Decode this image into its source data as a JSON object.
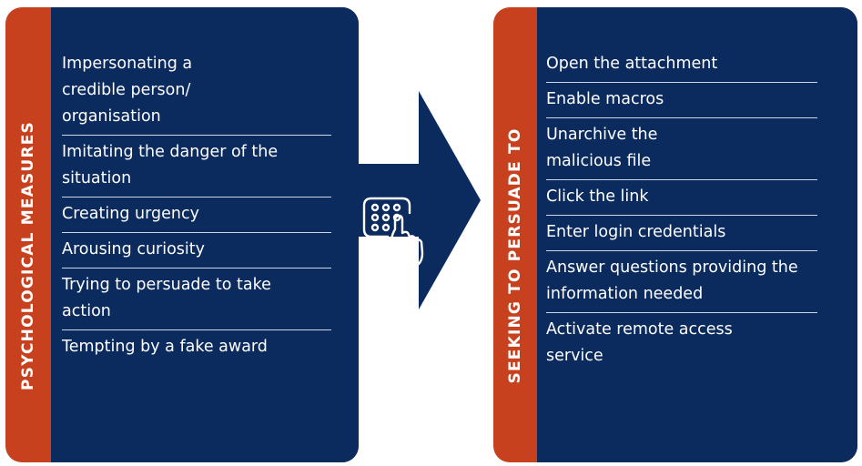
{
  "left_panel": {
    "side_label": "PSYCHOLOGICAL MEASURES",
    "items": [
      "Impersonating a credible person/ organisation",
      "Imitating the danger of the situation",
      "Creating urgency",
      "Arousing curiosity",
      "Trying to persuade to take action",
      "Tempting by a fake award"
    ]
  },
  "right_panel": {
    "side_label": "SEEKING TO PERSUADE TO",
    "items": [
      "Open the attachment",
      "Enable macros",
      "Unarchive the malicious file",
      "Click the link",
      "Enter login credentials",
      "Answer questions providing the information needed",
      "Activate remote access service"
    ]
  },
  "arrow": {
    "icon": "keypad-hand-icon",
    "color": "#0b2a5e"
  },
  "colors": {
    "accent": "#c8411f",
    "navy": "#0b2a5e"
  }
}
